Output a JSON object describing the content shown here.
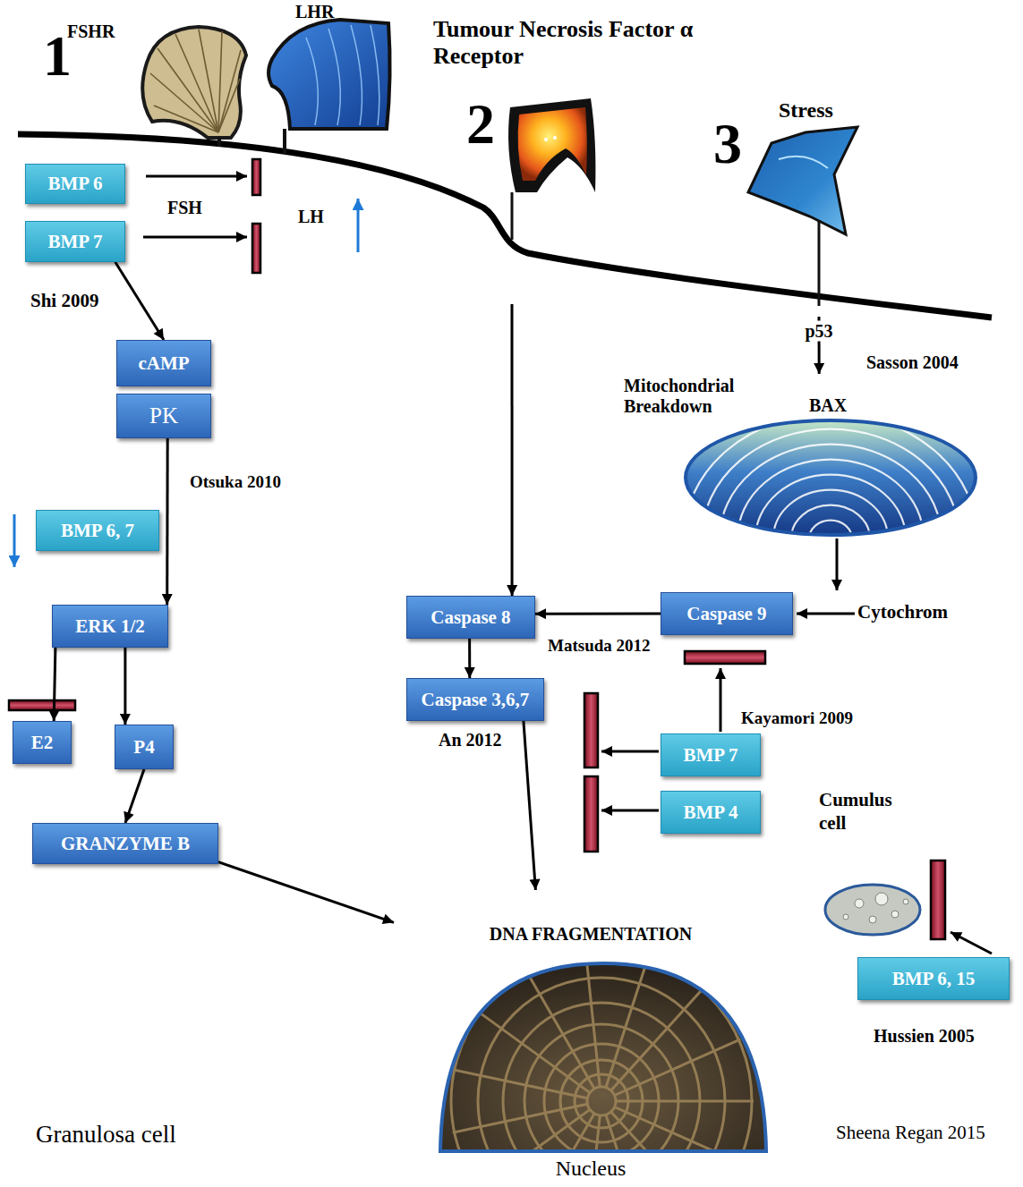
{
  "diagram": {
    "nodes": [
      {
        "text": [
          "FSHR"
        ]
      },
      {
        "text": [
          "LHR"
        ]
      },
      {
        "text": [
          "Tumour Necrosis Factor α Receptor"
        ]
      },
      {
        "text": [
          "Stress"
        ]
      },
      {
        "text": [
          "BMP 6"
        ]
      },
      {
        "text": [
          "BMP 7"
        ]
      },
      {
        "text": [
          "cAMP"
        ]
      },
      {
        "text": [
          "PK"
        ]
      },
      {
        "text": [
          "Mitochondrial Breakdown",
          "BAX"
        ]
      },
      {
        "text": [
          "BMP 6, 7"
        ]
      },
      {
        "text": [
          "ERK 1/2"
        ]
      },
      {
        "text": [
          "Caspase 8"
        ]
      },
      {
        "text": [
          "Caspase 9"
        ]
      },
      {
        "text": [
          "Caspase 3,6,7"
        ]
      },
      {
        "text": [
          "E2"
        ]
      },
      {
        "text": [
          "P4"
        ]
      },
      {
        "text": [
          "BMP 7"
        ]
      },
      {
        "text": [
          "BMP 4"
        ]
      },
      {
        "text": [
          "GRANZYME B"
        ]
      },
      {
        "text": [
          "DNA FRAGMENTATION",
          "Nucleus"
        ]
      },
      {
        "text": [
          "BMP 6, 15"
        ]
      }
    ],
    "edges": [
      {
        "from": 5,
        "to": 6,
        "arrow": "to"
      },
      {
        "from": 7,
        "to": 10,
        "arrow": "to"
      },
      {
        "from": 10,
        "to": 14,
        "arrow": "to"
      },
      {
        "from": 10,
        "to": 15,
        "arrow": "to"
      },
      {
        "from": 15,
        "to": 18,
        "arrow": "to"
      },
      {
        "from": 18,
        "to": 19,
        "arrow": "to"
      },
      {
        "from": 2,
        "to": 11,
        "arrow": "to"
      },
      {
        "from": 3,
        "to": 8,
        "label": "p53",
        "arrow": "to"
      },
      {
        "from": 12,
        "to": 11,
        "arrow": "to"
      },
      {
        "from": 11,
        "to": 13,
        "arrow": "to"
      },
      {
        "from": 13,
        "to": 19,
        "arrow": "to"
      }
    ],
    "labels": [
      "1",
      "2",
      "3",
      "FSH",
      "LH",
      "Shi 2009",
      "Otsuka 2010",
      "Sasson 2004",
      "Cytochrom",
      "Matsuda 2012",
      "An 2012",
      "Kayamori 2009",
      "Cumulus cell",
      "Hussien 2005",
      "Granulosa cell",
      "Sheena Regan 2015"
    ]
  }
}
